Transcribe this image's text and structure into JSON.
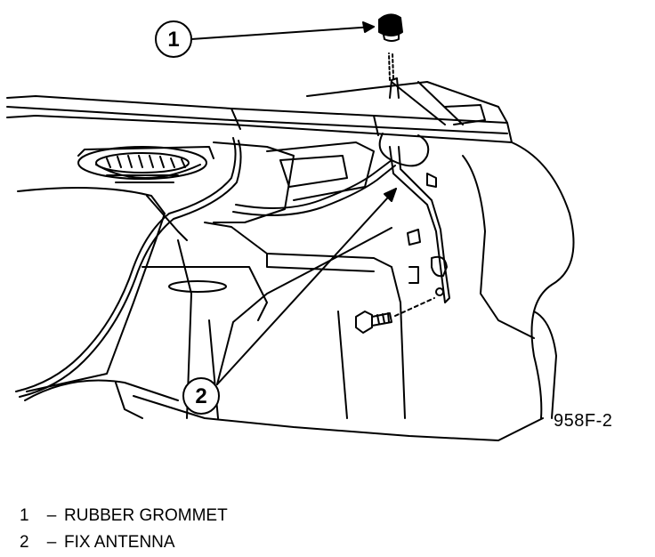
{
  "figure": {
    "code": "958F-2",
    "callouts": [
      {
        "number": "1",
        "label": "RUBBER GROMMET"
      },
      {
        "number": "2",
        "label": "FIX ANTENNA"
      }
    ]
  },
  "legend": {
    "dash": "–",
    "items": [
      {
        "number": "1",
        "label": "RUBBER GROMMET"
      },
      {
        "number": "2",
        "label": "FIX ANTENNA"
      }
    ]
  }
}
